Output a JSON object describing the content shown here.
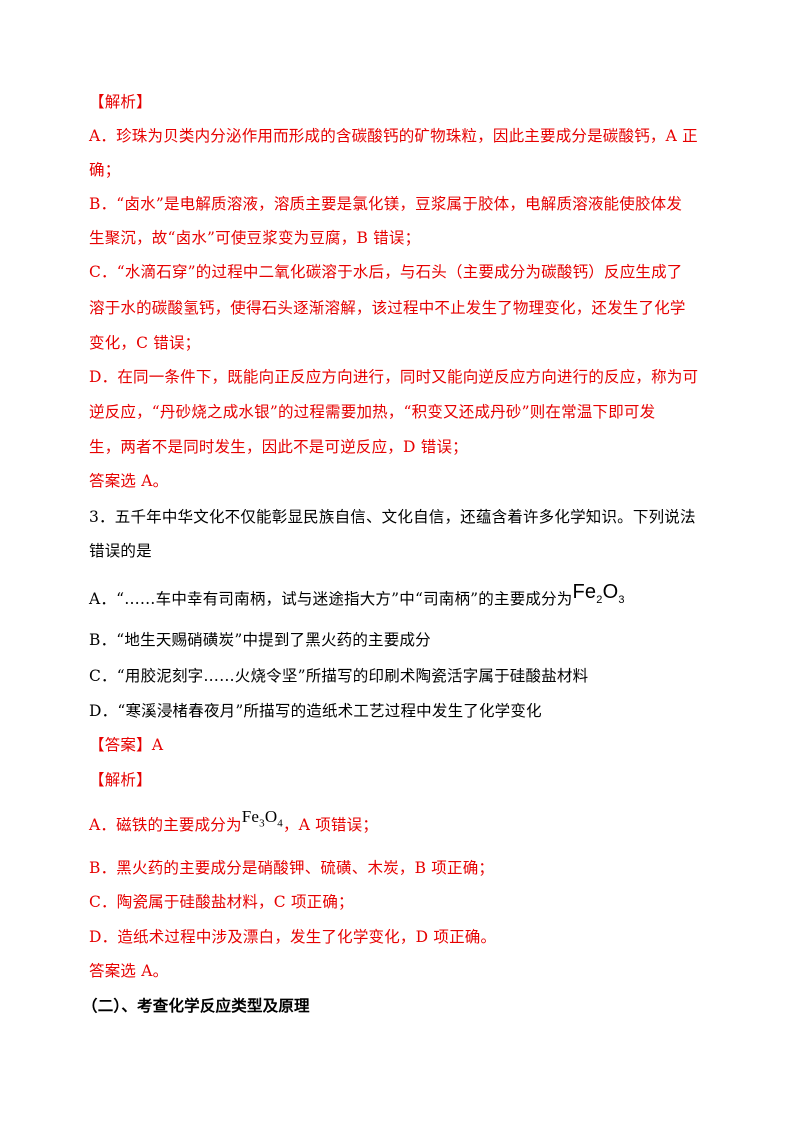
{
  "section1": {
    "heading": "【解析】",
    "lines": [
      "A．珍珠为贝类内分泌作用而形成的含碳酸钙的矿物珠粒，因此主要成分是碳酸钙，A 正",
      "确；",
      "B．“卤水”是电解质溶液，溶质主要是氯化镁，豆浆属于胶体，电解质溶液能使胶体发",
      "生聚沉，故“卤水”可使豆浆变为豆腐，B 错误；",
      "C．“水滴石穿”的过程中二氧化碳溶于水后，与石头（主要成分为碳酸钙）反应生成了",
      "溶于水的碳酸氢钙，使得石头逐渐溶解，该过程中不止发生了物理变化，还发生了化学",
      "变化，C 错误；",
      "D．在同一条件下，既能向正反应方向进行，同时又能向逆反应方向进行的反应，称为可",
      "逆反应，“丹砂烧之成水银”的过程需要加热，“积变又还成丹砂”则在常温下即可发",
      "生，两者不是同时发生，因此不是可逆反应，D 错误；"
    ],
    "answer": "答案选 A。"
  },
  "question3": {
    "stem_line1": "3．五千年中华文化不仅能彰显民族自信、文化自信，还蕴含着许多化学知识。下列说法",
    "stem_line2": "错误的是",
    "option_a": "A．“……车中幸有司南柄，试与迷途指大方”中“司南柄”的主要成分为",
    "option_a_formula": {
      "el1": "Fe",
      "n1": "2",
      "el2": "O",
      "n2": "3"
    },
    "option_b": "B．“地生天赐硝磺炭”中提到了黑火药的主要成分",
    "option_c": "C．“用胶泥刻字……火烧令坚”所描写的印刷术陶瓷活字属于硅酸盐材料",
    "option_d": "D．“寒溪浸楮春夜月”所描写的造纸术工艺过程中发生了化学变化"
  },
  "answer3": {
    "label": "【答案】",
    "value": "A"
  },
  "section2": {
    "heading": "【解析】",
    "line_a_prefix": "A．磁铁的主要成分为",
    "line_a_formula": {
      "el1": "Fe",
      "n1": "3",
      "el2": "O",
      "n2": "4"
    },
    "line_a_suffix": "，A 项错误；",
    "line_b": "B．黑火药的主要成分是硝酸钾、硫磺、木炭，B 项正确；",
    "line_c": "C．陶瓷属于硅酸盐材料，C 项正确；",
    "line_d": "D．造纸术过程中涉及漂白，发生了化学变化，D 项正确。",
    "answer": "答案选 A。"
  },
  "next_section": {
    "title": "（二）、考查化学反应类型及原理"
  },
  "colors": {
    "explanation_text": "#e60000",
    "question_text": "#000000"
  }
}
